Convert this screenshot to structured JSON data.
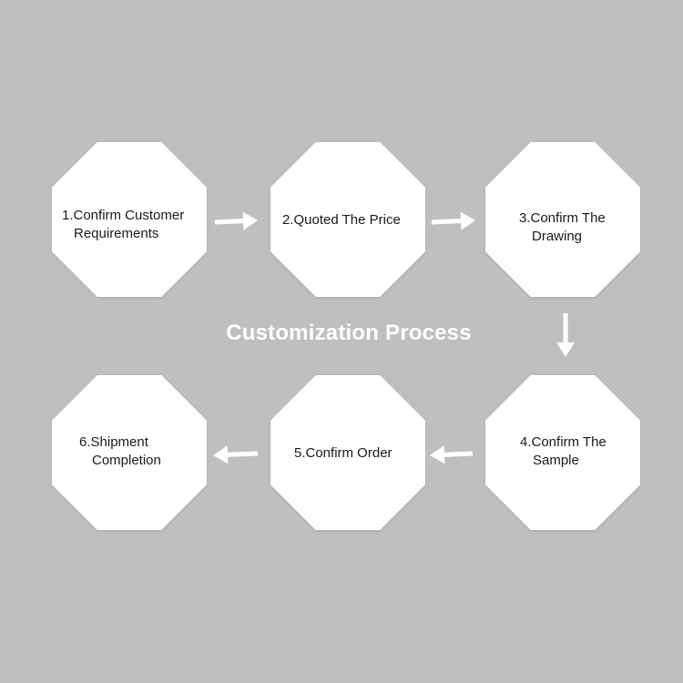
{
  "title": "Customization Process",
  "colors": {
    "background": "#bfbfbf",
    "node_fill": "#ffffff",
    "arrow": "#ffffff",
    "text": "#1a1a1a"
  },
  "steps": [
    {
      "line1": "1.Confirm Customer",
      "line2": "Requirements"
    },
    {
      "line1": "2.Quoted The Price",
      "line2": ""
    },
    {
      "line1": "3.Confirm The",
      "line2": "Drawing"
    },
    {
      "line1": "4.Confirm The",
      "line2": "Sample"
    },
    {
      "line1": "5.Confirm Order",
      "line2": ""
    },
    {
      "line1": "6.Shipment",
      "line2": "Completion"
    }
  ],
  "arrows": [
    {
      "from": 1,
      "to": 2,
      "direction": "right"
    },
    {
      "from": 2,
      "to": 3,
      "direction": "right"
    },
    {
      "from": 3,
      "to": 4,
      "direction": "down"
    },
    {
      "from": 4,
      "to": 5,
      "direction": "left"
    },
    {
      "from": 5,
      "to": 6,
      "direction": "left"
    }
  ]
}
